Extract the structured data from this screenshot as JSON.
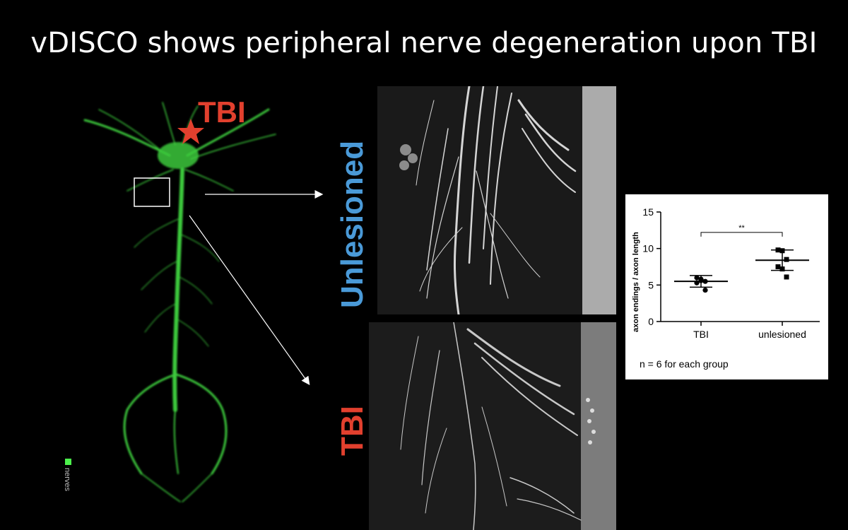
{
  "title": "vDISCO shows peripheral nerve degeneration upon TBI",
  "mouse_panel": {
    "injury_label": "TBI",
    "legend_label": "nerves",
    "legend_color": "#4cf04c",
    "injury_color": "#e2402e"
  },
  "micrographs": {
    "top_label": "Unlesioned",
    "bottom_label": "TBI",
    "top_label_color": "#4a9ad8",
    "bottom_label_color": "#e2402e"
  },
  "chart_data": {
    "type": "scatter",
    "ylabel": "axon endings / axon length",
    "categories": [
      "TBI",
      "unlesioned"
    ],
    "ylim": [
      0,
      15
    ],
    "yticks": [
      "0",
      "5",
      "10",
      "15"
    ],
    "series": [
      {
        "values": [
          6.0,
          5.8,
          5.5,
          5.3,
          5.6,
          4.3
        ]
      },
      {
        "values": [
          9.8,
          9.7,
          8.5,
          7.5,
          7.2,
          6.1
        ]
      }
    ],
    "means": [
      5.5,
      8.4
    ],
    "sd": [
      0.8,
      1.4
    ],
    "significance": "**",
    "note": "n = 6 for each group"
  }
}
